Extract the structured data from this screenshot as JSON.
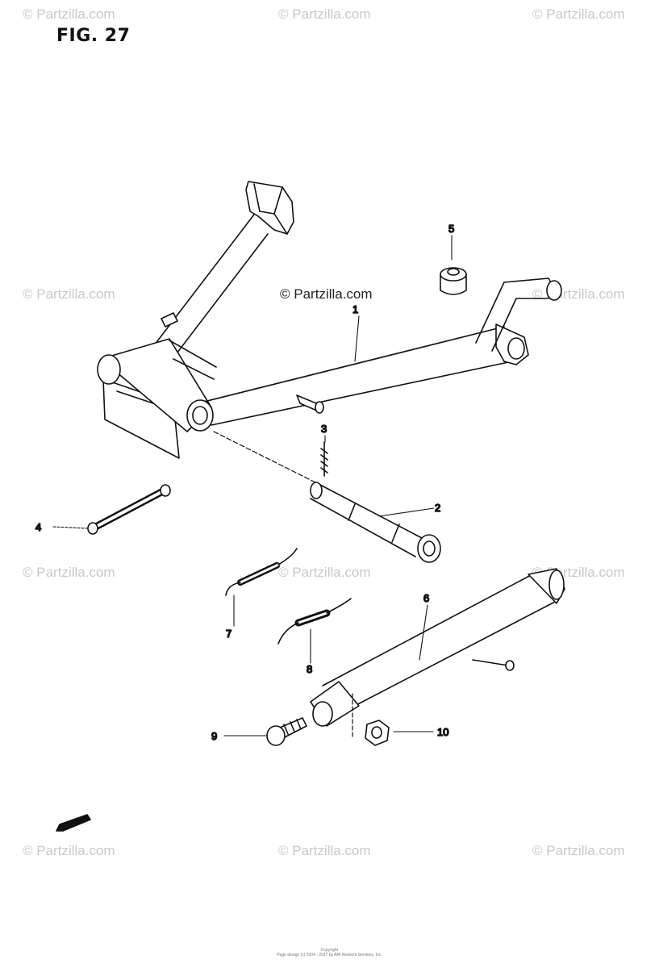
{
  "figure": {
    "title": "FIG. 27"
  },
  "watermarks": {
    "text": "© Partzilla.com"
  },
  "center_watermark": "© Partzilla.com",
  "parts": {
    "p1": "1",
    "p2": "2",
    "p3": "3",
    "p4": "4",
    "p5": "5",
    "p6": "6",
    "p7": "7",
    "p8": "8",
    "p9": "9",
    "p10": "10"
  },
  "footer": {
    "line1": "Copyright",
    "line2": "Page design (c) 2004 - 2017 by ARI Network Services, Inc."
  },
  "colors": {
    "line": "#111111",
    "watermark": "#c8c8c8"
  }
}
